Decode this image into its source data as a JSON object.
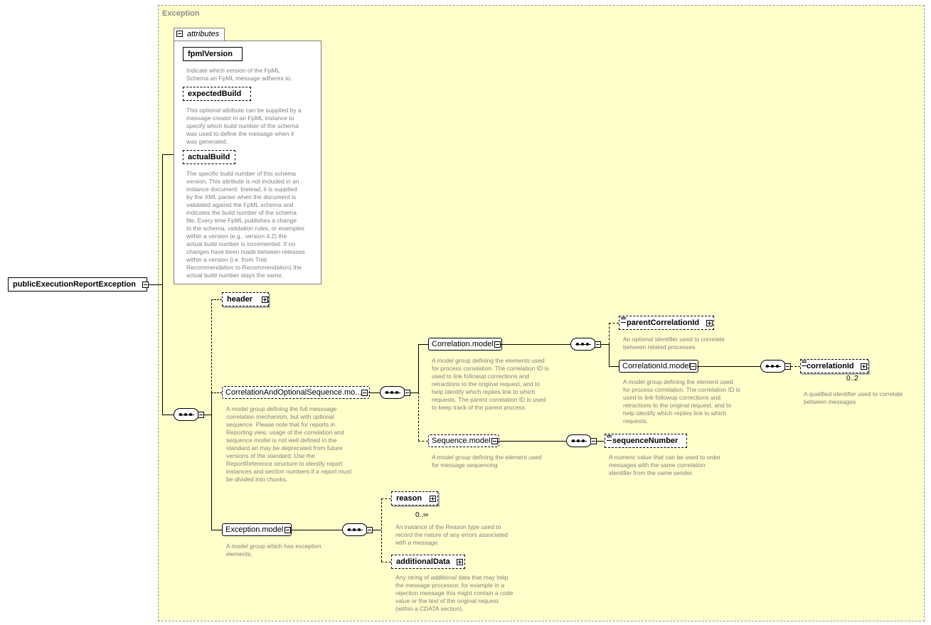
{
  "container": {
    "title": "Exception"
  },
  "root": {
    "label": "publicExecutionReportException"
  },
  "attributes": {
    "tab_label": "attributes",
    "items": [
      {
        "name": "fpmlVersion",
        "desc": "Indicate which version of the FpML\nSchema an FpML message adheres to."
      },
      {
        "name": "expectedBuild",
        "desc": "This optional attribute can be supplied by a\nmessage creator in an FpML instance to\nspecify which build number of the schema\nwas used to define the message when it\nwas generated."
      },
      {
        "name": "actualBuild",
        "desc": "The specific build number of this schema\nversion. This attribute is not included in an\ninstance document. Instead, it is supplied\nby the XML parser when the document is\nvalidated against the FpML schema and\nindicates the build number of the schema\nfile. Every time FpML publishes a change\nto the schema, validation rules, or examples\nwithin a version (e.g., version 4.2) the\nactual build number is incremented. If no\nchanges have been made between releases\nwithin a version (i.e. from Trial\nRecommendation to Recommendation) the\nactual build number stays the same."
      }
    ]
  },
  "header": {
    "label": "header"
  },
  "corr_opt_seq": {
    "label": "CorrelationAndOptionalSequence.mo...",
    "desc": "A model group defining the full messsage\ncorrelation mechanism, but with optional\nsequence. Please note that for reports in\nReporting view, usage of the correlation and\nsequence model is not well defined in the\nstandard an may be deprecated from future\nversions of the standard. Use the\nReportReference structure to identify report\ninstances and section numbers if a report must\nbe divided into chunks."
  },
  "correlation_model": {
    "label": "Correlation.model",
    "desc": "A model group defining the elements used\nfor process correlation. The correlation ID is\nused to link followup corrections and\nretractions to the original request, and to\nhelp identify which replies link to which\nrequests. The parent correlation ID is used\nto keep track of the parent process."
  },
  "parent_correlation_id": {
    "label": "parentCorrelationId",
    "desc": "An optional identifier used to correlate\nbetween related processes"
  },
  "correlation_id_model": {
    "label": "CorrelationId.model",
    "desc": "A model group defining the element used\nfor process correlation. The correlation ID is\nused to link followup corrections and\nretractions to the original request, and to\nhelp identify which replies link to which\nrequests."
  },
  "correlation_id": {
    "label": "correlationId",
    "cardinality": "0..2",
    "desc": "A qualified identifier used to correlate\nbetween messages"
  },
  "sequence_model": {
    "label": "Sequence.model",
    "desc": "A model group defining the element used\nfor message sequencing"
  },
  "sequence_number": {
    "label": "sequenceNumber",
    "desc": "A numeric value that can be used to order\nmessages with the same correlation\nidentifier from the same sender."
  },
  "exception_model": {
    "label": "Exception.model",
    "desc": "A model group which has exception\nelements."
  },
  "reason": {
    "label": "reason",
    "cardinality": "0..∞",
    "desc": "An instance of the Reason type used to\nrecord the nature of any errors associated\nwith a message."
  },
  "additional_data": {
    "label": "additionalData",
    "desc": "Any string of additional data that may help\nthe message processor, for example in a\nrejection message this might contain a code\nvalue or the text of the original request\n(within a CDATA section)."
  }
}
